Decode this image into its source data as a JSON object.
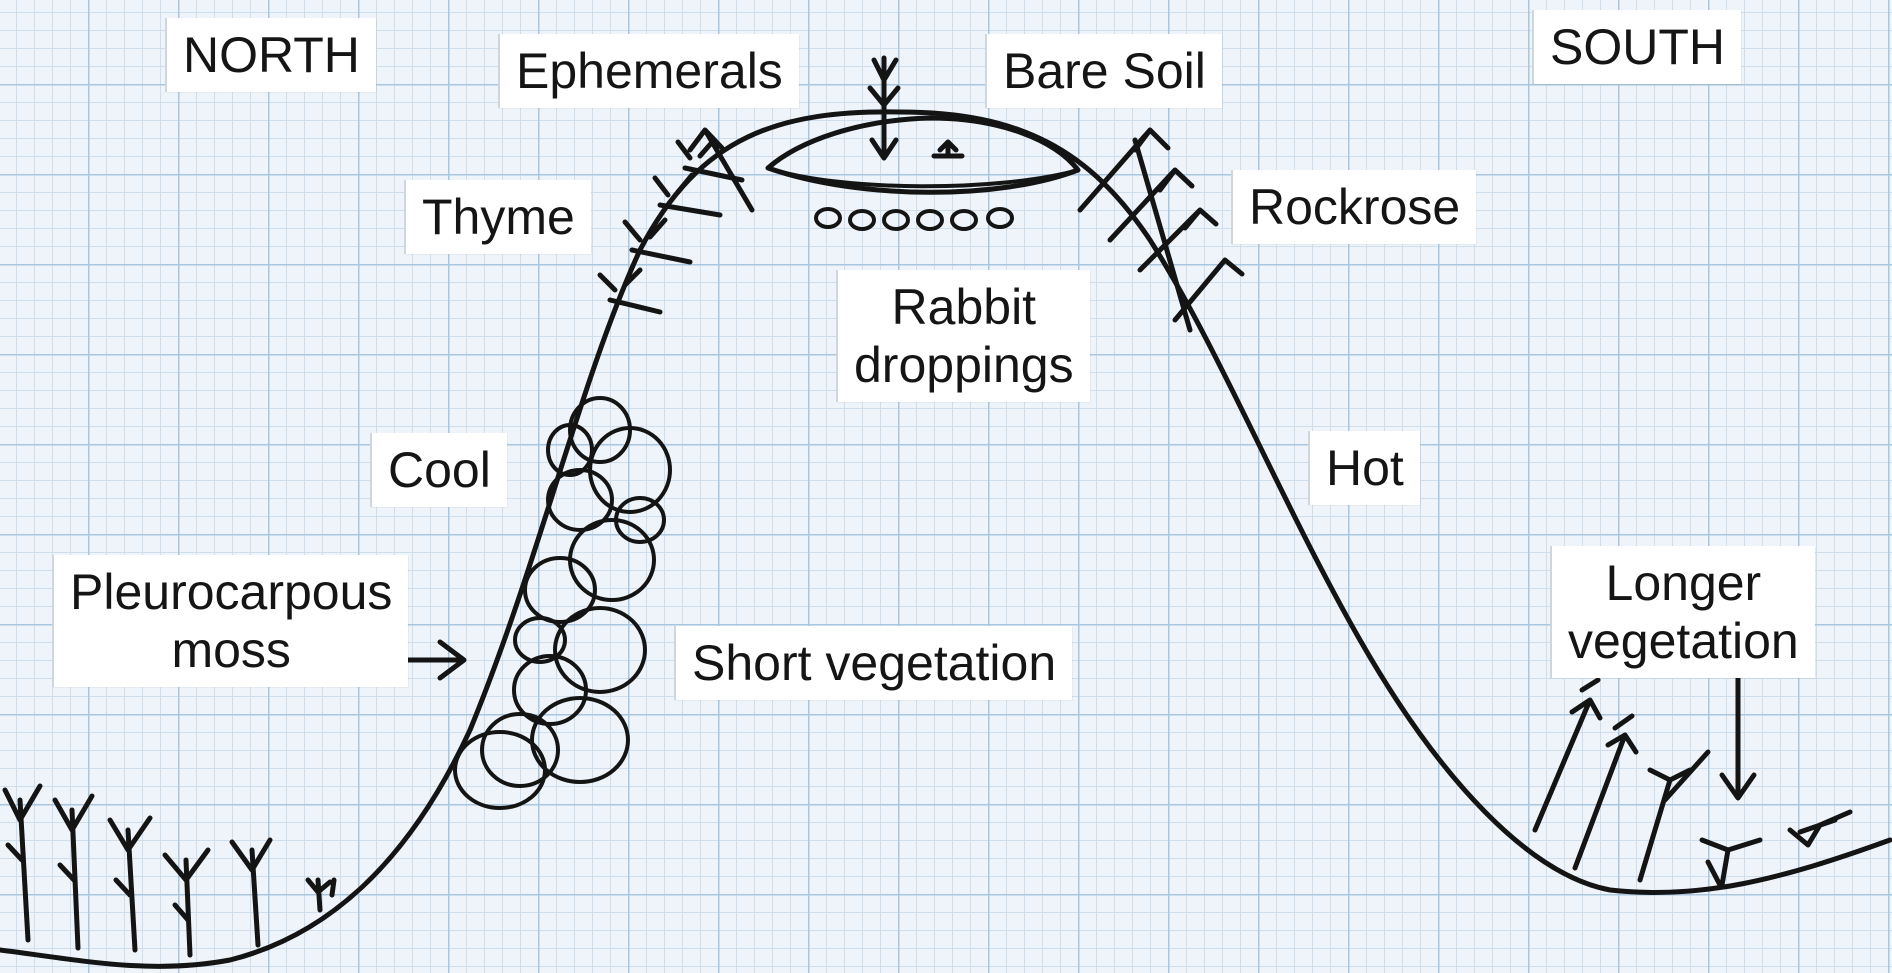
{
  "labels": {
    "north": "NORTH",
    "south": "SOUTH",
    "ephemerals": "Ephemerals",
    "bare_soil": "Bare Soil",
    "thyme": "Thyme",
    "rockrose": "Rockrose",
    "rabbit_line1": "Rabbit",
    "rabbit_line2": "droppings",
    "cool": "Cool",
    "hot": "Hot",
    "moss_line1": "Pleurocarpous",
    "moss_line2": "moss",
    "short_vegetation": "Short vegetation",
    "longer_line1": "Longer",
    "longer_line2": "vegetation"
  },
  "colors": {
    "ink": "#141414",
    "paper": "#eef4f9",
    "grid_major": "#a9c6e0",
    "grid_minor": "#cfdeec",
    "label_bg": "#ffffff"
  }
}
